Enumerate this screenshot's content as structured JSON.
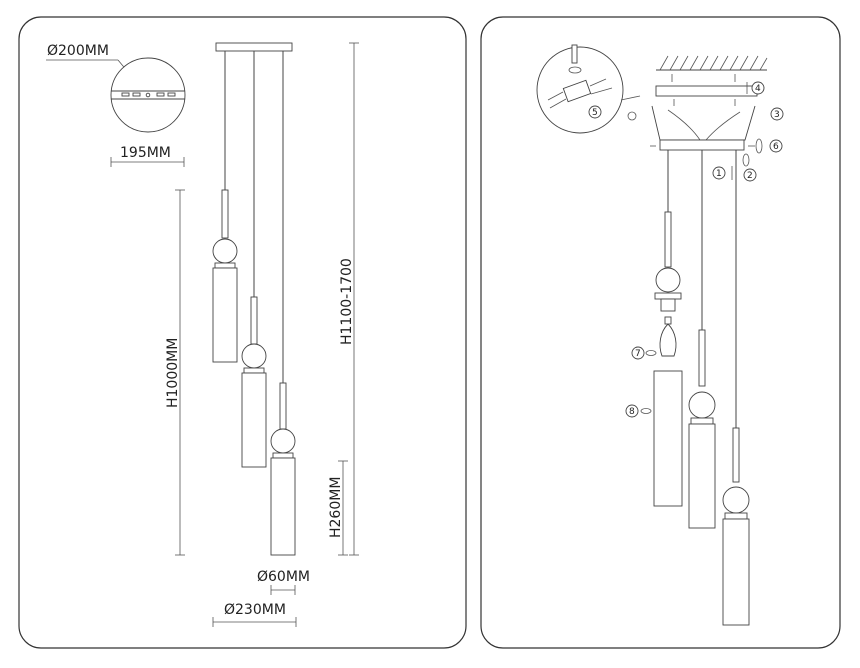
{
  "left_panel": {
    "canopy_diameter": "Ø200MM",
    "canopy_mount_width": "195MM",
    "total_height": "H1100-1700",
    "pendant_height": "H1000MM",
    "shade_height": "H260MM",
    "shade_diameter": "Ø60MM",
    "cluster_diameter": "Ø230MM"
  },
  "right_panel": {
    "step_labels": [
      "1",
      "2",
      "3",
      "4",
      "5",
      "6",
      "7",
      "8"
    ]
  }
}
